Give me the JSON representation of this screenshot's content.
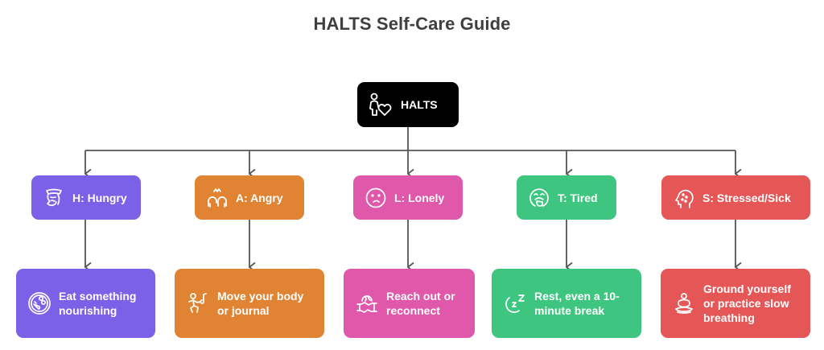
{
  "title": "HALTS Self-Care Guide",
  "root": {
    "label": "HALTS",
    "icon": "person-heart-icon",
    "color": "#000000"
  },
  "colors": {
    "hungry": "#7b61e8",
    "angry": "#e08434",
    "lonely": "#e058aa",
    "tired": "#3ec681",
    "stressed": "#e55757",
    "connector": "#555555"
  },
  "categories": [
    {
      "key": "H",
      "label": "H: Hungry",
      "icon": "hungry-face-icon",
      "color": "#7b61e8",
      "action": {
        "label": "Eat something nourishing",
        "icon": "healthy-food-plate-icon"
      }
    },
    {
      "key": "A",
      "label": "A: Angry",
      "icon": "angry-people-icon",
      "color": "#e08434",
      "action": {
        "label": "Move your body or journal",
        "icon": "dancing-person-music-icon"
      }
    },
    {
      "key": "L",
      "label": "L: Lonely",
      "icon": "sad-face-icon",
      "color": "#e058aa",
      "action": {
        "label": "Reach out or reconnect",
        "icon": "handshake-globe-icon"
      }
    },
    {
      "key": "T",
      "label": "T: Tired",
      "icon": "yawning-face-icon",
      "color": "#3ec681",
      "action": {
        "label": "Rest, even a 10-minute break",
        "icon": "moon-sleep-zz-icon"
      }
    },
    {
      "key": "S",
      "label": "S: Stressed/Sick",
      "icon": "sick-head-icon",
      "color": "#e55757",
      "action": {
        "label": "Ground yourself or practice slow breathing",
        "icon": "meditation-icon"
      }
    }
  ]
}
